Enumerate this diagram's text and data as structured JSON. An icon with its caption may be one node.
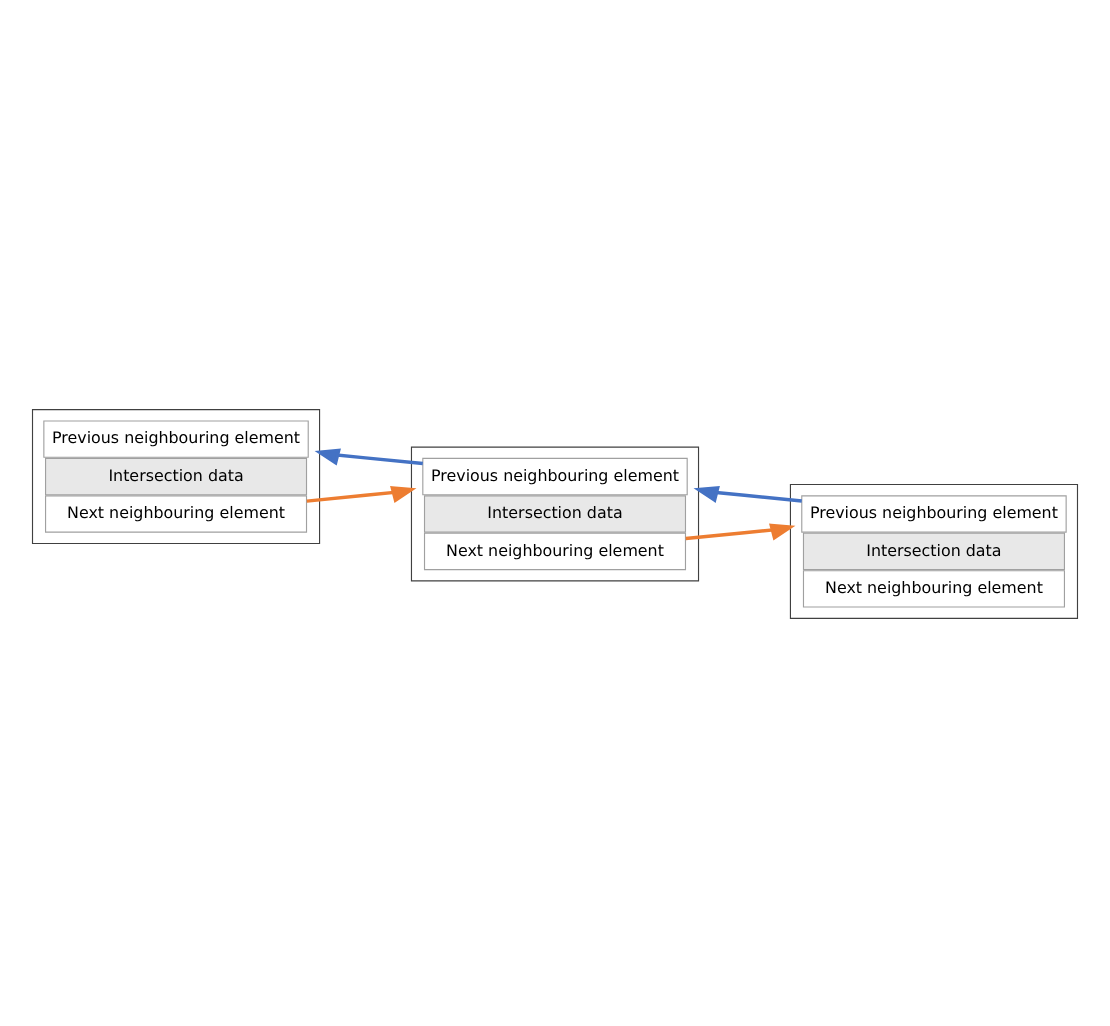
{
  "diagram": {
    "nodes": [
      {
        "text": [],
        "shape": "bracket"
      },
      {
        "text": [
          "Previous neighbouring element"
        ],
        "in": 0
      },
      {
        "text": [
          "Intersection data"
        ],
        "in": 0
      },
      {
        "text": [
          "Next neighbouring element"
        ],
        "in": 0
      },
      {
        "text": [],
        "shape": "bracket"
      },
      {
        "text": [
          "Previous neighbouring element"
        ],
        "in": 4
      },
      {
        "text": [
          "Intersection data"
        ],
        "in": 4
      },
      {
        "text": [
          "Next neighbouring element"
        ],
        "in": 4
      },
      {
        "text": [],
        "shape": "bracket"
      },
      {
        "text": [
          "Previous neighbouring element"
        ],
        "in": 8
      },
      {
        "text": [
          "Intersection data"
        ],
        "in": 8
      },
      {
        "text": [
          "Next neighbouring element"
        ],
        "in": 8
      }
    ],
    "edges": [
      {
        "from": 3,
        "to": 4,
        "arrow": "to",
        "color": "#ed7d31"
      },
      {
        "from": 5,
        "to": 0,
        "arrow": "to",
        "color": "#4472c4"
      },
      {
        "from": 7,
        "to": 8,
        "arrow": "to",
        "color": "#ed7d31"
      },
      {
        "from": 9,
        "to": 4,
        "arrow": "to",
        "color": "#4472c4"
      }
    ]
  }
}
